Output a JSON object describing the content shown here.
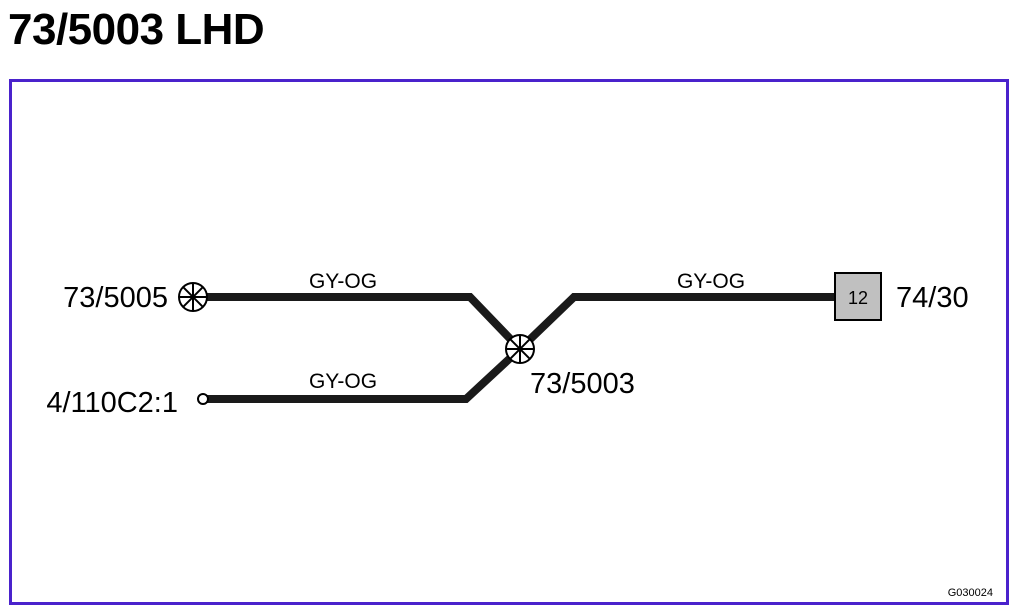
{
  "title": "73/5003 LHD",
  "colors": {
    "frame": "#4a22cc",
    "wire": "#1a1a1a",
    "pin_box_fill": "#c0c0c0"
  },
  "connectors": {
    "left_top": "73/5005",
    "left_bottom": "4/110C2:1",
    "splice": "73/5003",
    "right": "74/30"
  },
  "wires": {
    "upper_left": "GY-OG",
    "lower_left": "GY-OG",
    "right": "GY-OG"
  },
  "pin_box_label": "12",
  "reference_code": "G030024",
  "icons": {
    "connector_symbol": "crossed-circle-icon",
    "terminal_symbol": "open-circle-terminal-icon",
    "pin_symbol": "pin-box-icon"
  }
}
